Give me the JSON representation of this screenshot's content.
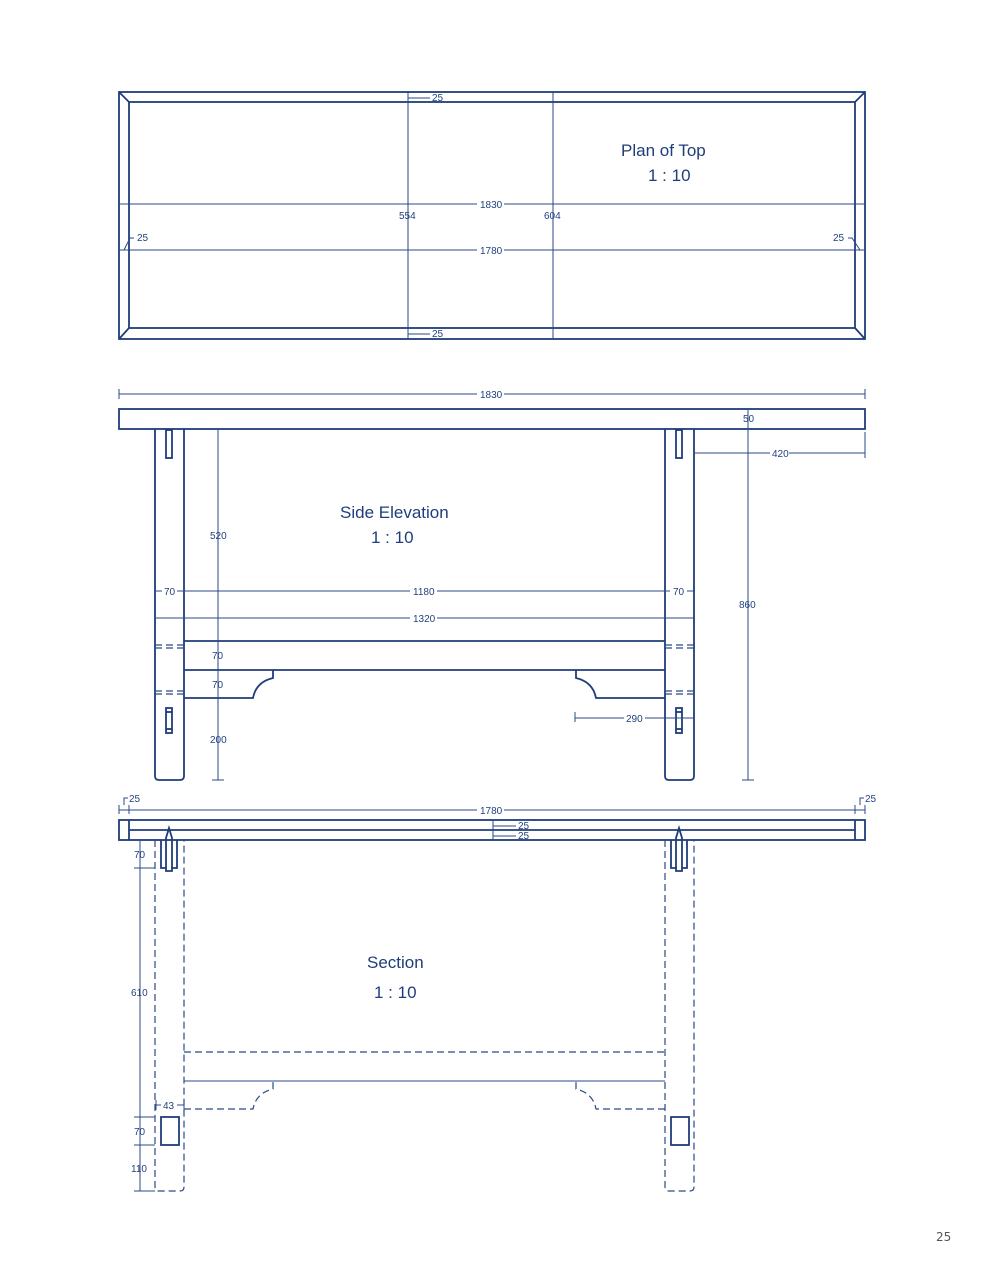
{
  "colors": {
    "line": "#1f3d7a",
    "text": "#24427e",
    "background": "#ffffff"
  },
  "plan_of_top": {
    "title": "Plan of Top",
    "scale": "1 : 10",
    "dims": {
      "top_edge": "25",
      "bottom_edge": "25",
      "overall_length": "1830",
      "inner_length": "1780",
      "left_offset": "554",
      "right_offset": "604",
      "left_bevel": "25",
      "right_bevel": "25"
    }
  },
  "side_elevation": {
    "title": "Side Elevation",
    "scale": "1 : 10",
    "dims": {
      "overall_length": "1830",
      "top_thickness": "50",
      "overhang": "420",
      "upper_height": "520",
      "left_leg": "70",
      "right_leg": "70",
      "inner_span": "1180",
      "outer_span": "1320",
      "rail_height": "70",
      "bracket_height": "70",
      "foot_height": "200",
      "total_height": "860",
      "bracket_length": "290"
    }
  },
  "section": {
    "title": "Section",
    "scale": "1 : 10",
    "dims": {
      "left_edge": "25",
      "right_edge": "25",
      "inner_length": "1780",
      "top_layer_1": "25",
      "top_layer_2": "25",
      "tenon_depth": "70",
      "leg_height": "610",
      "mortise_width": "43",
      "mortise_height": "70",
      "foot_height": "110"
    }
  },
  "page_number": "25"
}
